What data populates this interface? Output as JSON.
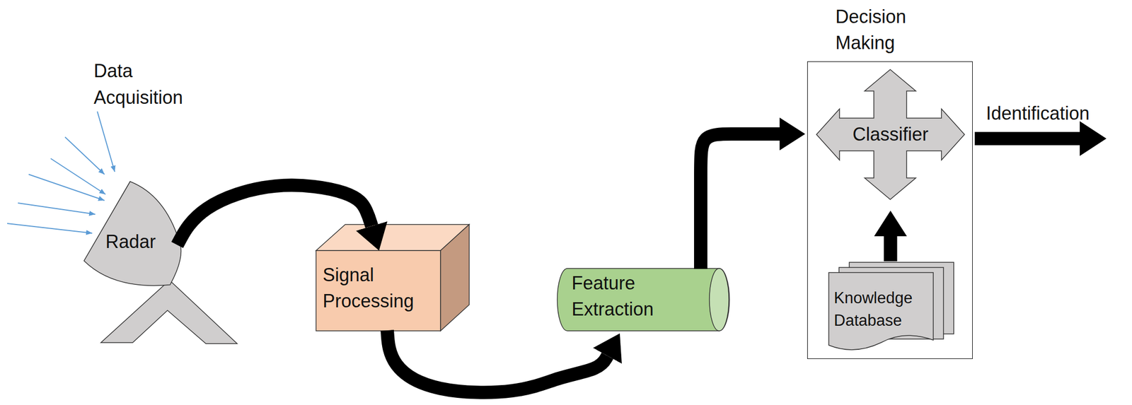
{
  "diagram": {
    "nodes": [
      {
        "text": [
          "Radar"
        ]
      },
      {
        "text": [
          "Signal Processing"
        ]
      },
      {
        "text": [
          "Feature Extraction"
        ]
      },
      {
        "text": [
          "Decision Making"
        ]
      },
      {
        "text": [
          "Classifier"
        ],
        "in": 3
      },
      {
        "text": [
          "Knowledge Database"
        ],
        "in": 3
      }
    ],
    "edges": [
      {
        "from": 0,
        "to": 1,
        "arrow": "to"
      },
      {
        "from": 1,
        "to": 2,
        "arrow": "to"
      },
      {
        "from": 2,
        "to": 3,
        "arrow": "to"
      },
      {
        "from": 5,
        "to": 4,
        "arrow": "to"
      }
    ],
    "labels": [
      "Data Acquisition",
      "Identification"
    ]
  }
}
